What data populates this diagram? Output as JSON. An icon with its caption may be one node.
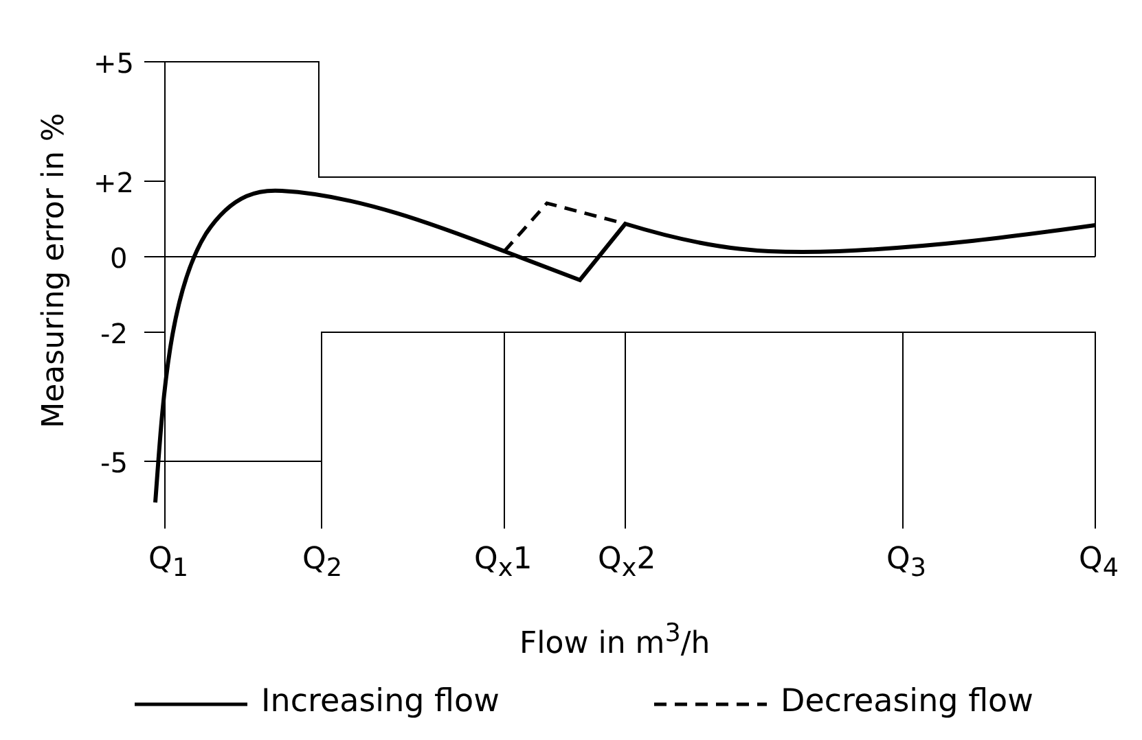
{
  "diagram": {
    "labels": [
      "+5",
      "+2",
      "0",
      "-2",
      "-5",
      "Measuring error in %",
      "Q$_{1}$",
      "Q$_{2}$",
      "Q$_{x}$1",
      "Q$_{x}$2",
      "Q$_{3}$",
      "Q$_{4}$",
      "Flow in m$^{3}$/h"
    ],
    "legend": [
      {
        "text": "Increasing flow"
      },
      {
        "text": "Decreasing flow"
      }
    ]
  }
}
